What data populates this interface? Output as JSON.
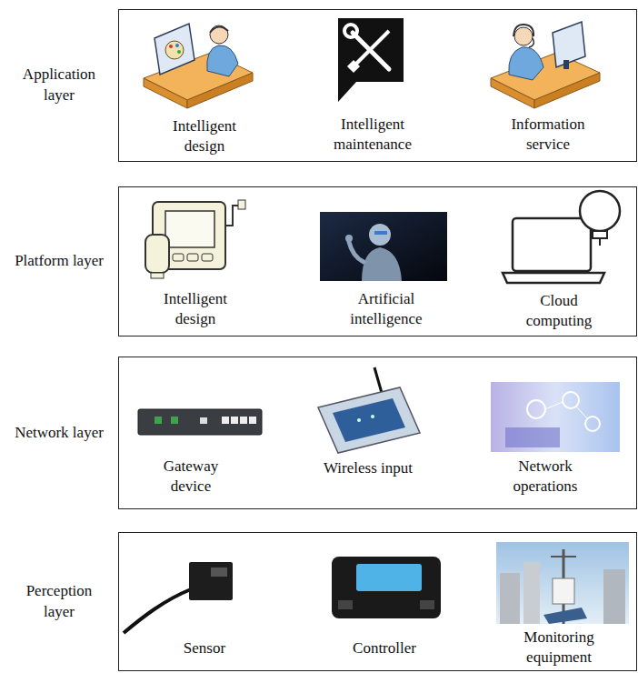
{
  "diagram": {
    "nodes": [
      {
        "text": [
          "Application layer"
        ]
      },
      {
        "text": [
          "Platform layer"
        ]
      },
      {
        "text": [
          "Network layer"
        ]
      },
      {
        "text": [
          "Perception layer"
        ]
      }
    ],
    "labels": [
      "Intelligent design",
      "Intelligent maintenance",
      "Information service",
      "Intelligent design",
      "Artificial intelligence",
      "Cloud computing",
      "Gateway device",
      "Wireless input",
      "Network operations",
      "Sensor",
      "Controller",
      "Monitoring equipment"
    ]
  }
}
